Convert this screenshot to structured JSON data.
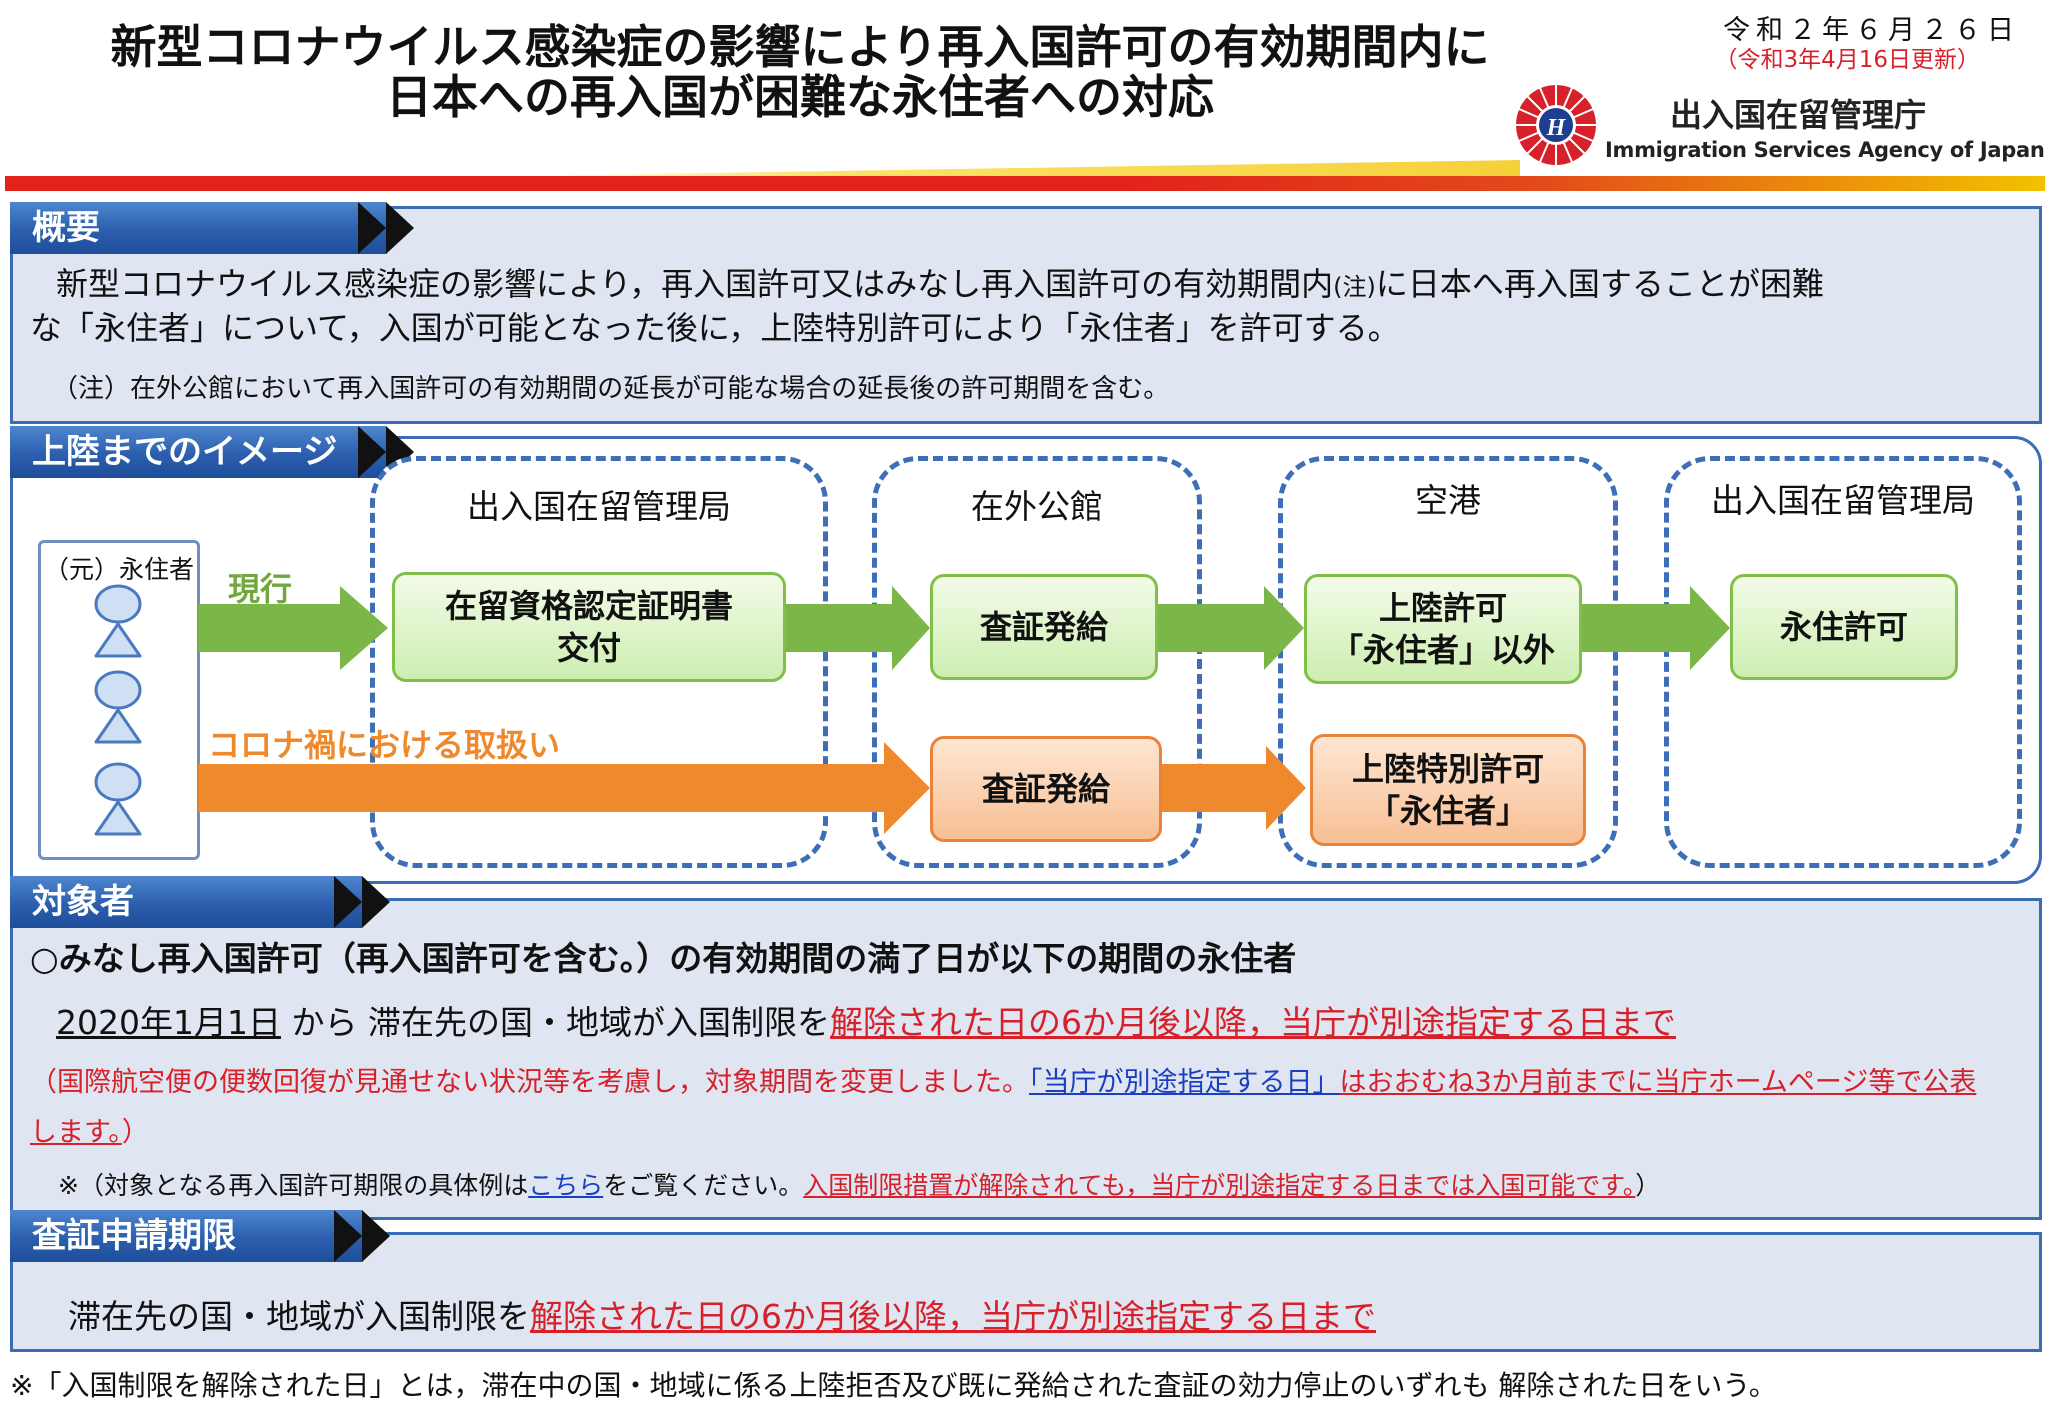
{
  "header": {
    "title_line1": "新型コロナウイルス感染症の影響により再入国許可の有効期間内に",
    "title_line2": "日本への再入国が困難な永住者への対応",
    "date": "令和２年６月２６日",
    "updated": "（令和3年4月16日更新）",
    "agency_ja": "出入国在留管理庁",
    "agency_en": "Immigration Services Agency of Japan"
  },
  "overview": {
    "tab": "概要",
    "line1": "新型コロナウイルス感染症の影響により，再入国許可又はみなし再入国許可の有効期間内",
    "note_mark": "(注)",
    "line1_tail": "に日本へ再入国することが困難",
    "line2": "な「永住者」について，入国が可能となった後に，上陸特別許可により「永住者」を許可する。",
    "note": "（注）在外公館において再入国許可の有効期間の延長が可能な場合の延長後の許可期間を含む。"
  },
  "flow": {
    "tab": "上陸までのイメージ",
    "person_label": "（元）永住者",
    "current_label": "現行",
    "corona_label": "コロナ禍における取扱い",
    "stages": [
      {
        "title": "出入国在留管理局",
        "box": "在留資格認定証明書交付"
      },
      {
        "title": "在外公館",
        "box": "査証発給",
        "box_corona": "査証発給"
      },
      {
        "title": "空港",
        "box_l1": "上陸許可",
        "box_l2": "「永住者」以外",
        "corona_l1": "上陸特別許可",
        "corona_l2": "「永住者」"
      },
      {
        "title": "出入国在留管理局",
        "box": "永住許可"
      }
    ],
    "box1_l1": "在留資格認定証明書",
    "box1_l2": "交付"
  },
  "target": {
    "tab": "対象者",
    "heading": "○みなし再入国許可（再入国許可を含む。）の有効期間の満了日が以下の期間の永住者",
    "date_start": "2020年1月1日",
    "from": " から 滞在先の国・地域が入国制限を",
    "until": "解除された日の6か月後以降，当庁が別途指定する日まで",
    "change_a": "（国際航空便の便数回復が見通せない状況等を考慮し，対象期間を変更しました。",
    "change_link": "「当庁が別途指定する日」",
    "change_b": "はおおむね3か月前までに当庁ホームページ等で公表",
    "change_c": "します。",
    "change_end": "）",
    "ex_a": "※（対象となる再入国許可期限の具体例は",
    "ex_link": "こちら",
    "ex_b": "をご覧ください。",
    "ex_red": "入国制限措置が解除されても，当庁が別途指定する日までは入国可能です。",
    "ex_end": "）"
  },
  "visa": {
    "tab": "査証申請期限",
    "text_a": "滞在先の国・地域が入国制限を",
    "text_red": "解除された日の6か月後以降，当庁が別途指定する日まで"
  },
  "footnote": "※「入国制限を解除された日」とは，滞在中の国・地域に係る上陸拒否及び既に発給された査証の効力停止のいずれも 解除された日をいう。",
  "colors": {
    "brand_red": "#d6202a",
    "section_blue": "#2b5fae",
    "panel_bg": "#dfe6f1",
    "green_arrow": "#7ab648",
    "orange_arrow": "#ee8a2d"
  }
}
